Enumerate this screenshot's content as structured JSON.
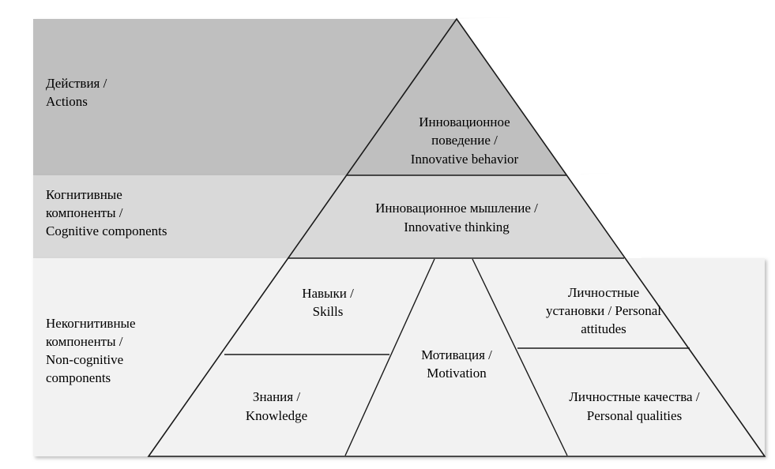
{
  "diagram": {
    "type": "pyramid-layered",
    "title_visible": false,
    "colors": {
      "band_top_fill": "#bfbfbf",
      "band_middle_fill": "#d9d9d9",
      "band_bottom_fill": "#f2f2f2",
      "outline": "#1a1a1a",
      "text": "#000000",
      "page_background": "#ffffff"
    },
    "left_bands": [
      {
        "id": "actions",
        "label_ru": "Действия /",
        "label_en": "Actions",
        "fill": "#bfbfbf"
      },
      {
        "id": "cognitive-components",
        "label_ru_line1": "Когнитивные",
        "label_ru_line2": "компоненты /",
        "label_en": "Cognitive components",
        "fill": "#d9d9d9"
      },
      {
        "id": "non-cognitive-components",
        "label_ru_line1": "Некогнитивные",
        "label_ru_line2": "компоненты /",
        "label_en_line1": "Non-cognitive",
        "label_en_line2": "components",
        "fill": "#f2f2f2"
      }
    ],
    "pyramid_segments": [
      {
        "id": "innovative-behavior",
        "line1": "Инновационное",
        "line2": "поведение /",
        "line3": "Innovative behavior",
        "tier": "top"
      },
      {
        "id": "innovative-thinking",
        "line1": "Инновационное мышление /",
        "line2": "Innovative thinking",
        "tier": "middle"
      },
      {
        "id": "skills",
        "line1": "Навыки /",
        "line2": "Skills",
        "tier": "bottom-left-upper"
      },
      {
        "id": "knowledge",
        "line1": "Знания /",
        "line2": "Knowledge",
        "tier": "bottom-left-lower"
      },
      {
        "id": "motivation",
        "line1": "Мотивация /",
        "line2": "Motivation",
        "tier": "bottom-center"
      },
      {
        "id": "personal-attitudes",
        "line1": "Личностные",
        "line2": "установки / Personal",
        "line3": "attitudes",
        "tier": "bottom-right-upper"
      },
      {
        "id": "personal-qualities",
        "line1": "Личностные качества /",
        "line2": "Personal qualities",
        "tier": "bottom-right-lower"
      }
    ]
  }
}
